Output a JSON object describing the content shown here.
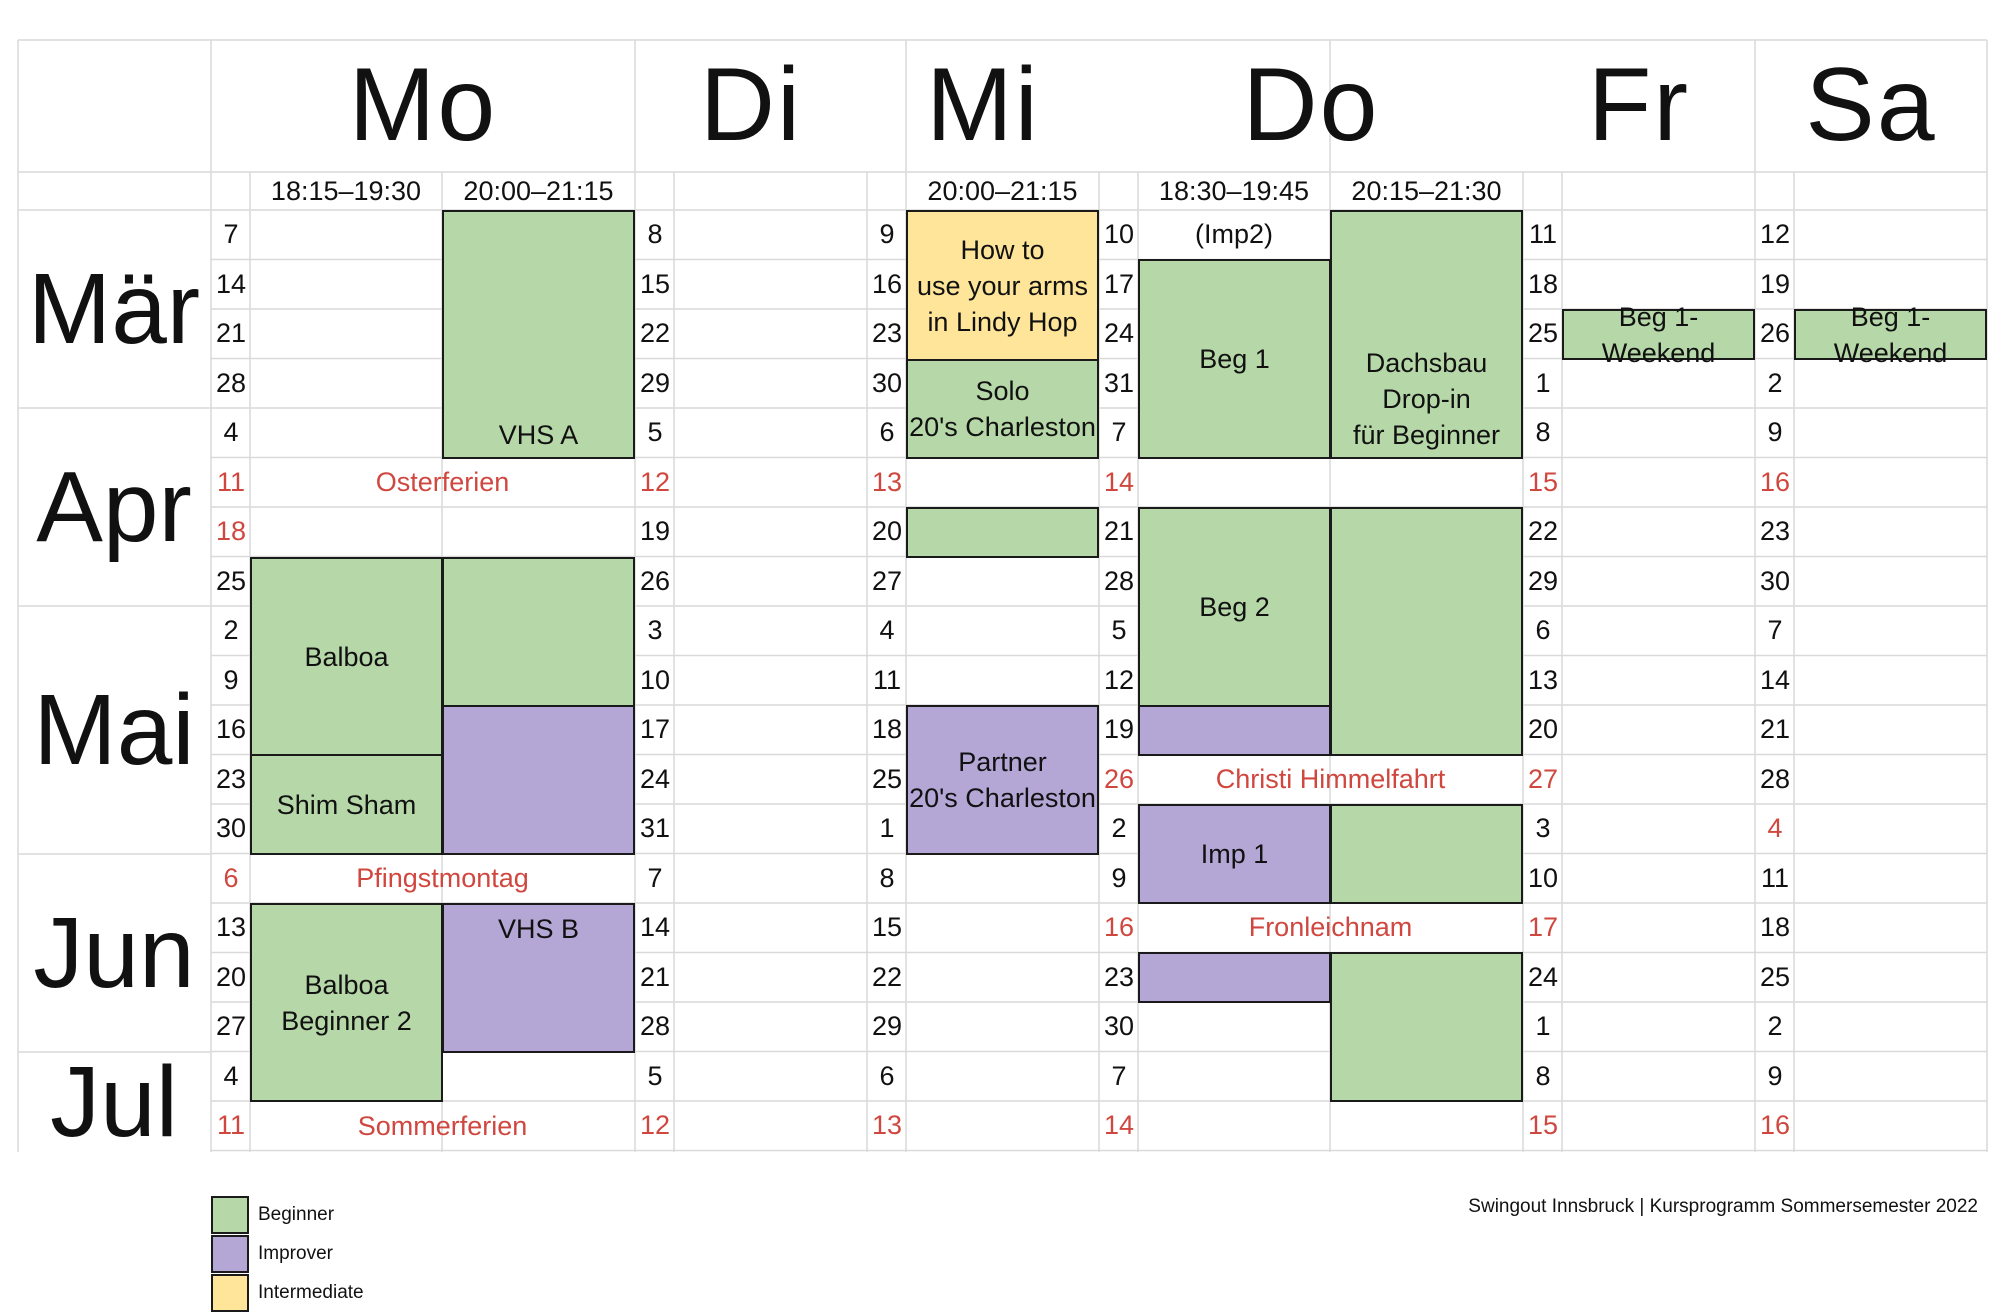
{
  "days": [
    "Mo",
    "Di",
    "Mi",
    "Do",
    "Fr",
    "Sa"
  ],
  "times": {
    "mo_1": "18:15–19:30",
    "mo_2": "20:00–21:15",
    "mi_1": "20:00–21:15",
    "do_1": "18:30–19:45",
    "do_2": "20:15–21:30"
  },
  "months": [
    "Mär",
    "Apr",
    "Mai",
    "Jun",
    "Jul"
  ],
  "date_columns": {
    "mo": [
      "7",
      "14",
      "21",
      "28",
      "4",
      "11",
      "18",
      "25",
      "2",
      "9",
      "16",
      "23",
      "30",
      "6",
      "13",
      "20",
      "27",
      "4",
      "11"
    ],
    "di": [
      "8",
      "15",
      "22",
      "29",
      "5",
      "12",
      "19",
      "26",
      "3",
      "10",
      "17",
      "24",
      "31",
      "7",
      "14",
      "21",
      "28",
      "5",
      "12"
    ],
    "mi": [
      "9",
      "16",
      "23",
      "30",
      "6",
      "13",
      "20",
      "27",
      "4",
      "11",
      "18",
      "25",
      "1",
      "8",
      "15",
      "22",
      "29",
      "6",
      "13"
    ],
    "do": [
      "10",
      "17",
      "24",
      "31",
      "7",
      "14",
      "21",
      "28",
      "5",
      "12",
      "19",
      "26",
      "2",
      "9",
      "16",
      "23",
      "30",
      "7",
      "14"
    ],
    "fr": [
      "11",
      "18",
      "25",
      "1",
      "8",
      "15",
      "22",
      "29",
      "6",
      "13",
      "20",
      "27",
      "3",
      "10",
      "17",
      "24",
      "1",
      "8",
      "15"
    ],
    "sa": [
      "12",
      "19",
      "26",
      "2",
      "9",
      "16",
      "23",
      "30",
      "7",
      "14",
      "21",
      "28",
      "4",
      "11",
      "18",
      "25",
      "2",
      "9",
      "16"
    ]
  },
  "holiday_rows": {
    "mo": [
      5,
      6,
      13,
      18
    ],
    "di": [
      5,
      18
    ],
    "mi": [
      5,
      18
    ],
    "do": [
      5,
      11,
      14,
      18
    ],
    "fr": [
      5,
      11,
      14,
      18
    ],
    "sa": [
      5,
      12,
      18
    ]
  },
  "holidays": {
    "osterferien": "Osterferien",
    "pfingstmontag": "Pfingstmontag",
    "sommerferien": "Sommerferien",
    "christi": "Christi Himmelfahrt",
    "fronleichnam": "Fronleichnam"
  },
  "courses": {
    "vhs_a": "VHS A",
    "balboa": "Balboa",
    "shim_sham": "Shim Sham",
    "balboa_beg2": "Balboa\nBeginner 2",
    "vhs_b": "VHS B",
    "arms": "How to\nuse your arms\nin Lindy Hop",
    "solo": "Solo\n20's Charleston",
    "partner": "Partner\n20's Charleston",
    "imp2": "(Imp2)",
    "beg1": "Beg 1",
    "beg2": "Beg 2",
    "imp1": "Imp 1",
    "dachsbau": "Dachsbau\nDrop-in\nfür Beginner",
    "fr_weekend": "Beg 1-Weekend",
    "sa_weekend": "Beg 1-Weekend"
  },
  "legend": [
    {
      "label": "Beginner",
      "color": "#b6d7a8"
    },
    {
      "label": "Improver",
      "color": "#b4a7d6"
    },
    {
      "label": "Intermediate",
      "color": "#ffe599"
    }
  ],
  "footer": "Swingout Innsbruck | Kursprogramm Sommersemester 2022",
  "colors": {
    "beginner": "#b6d7a8",
    "improver": "#b4a7d6",
    "intermediate": "#ffe599",
    "holiday": "#d0473f",
    "grid": "#d9d9d9",
    "border": "#1a1a1a"
  }
}
